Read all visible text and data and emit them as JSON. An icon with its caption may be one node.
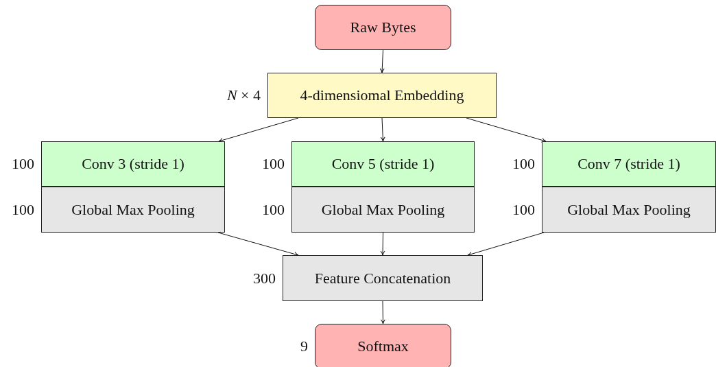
{
  "diagram": {
    "nodes": [
      {
        "text": [
          "Raw Bytes"
        ]
      },
      {
        "text": [
          "4-dimensiomal Embedding"
        ],
        "beside": [
          "*N* × 4"
        ]
      },
      {
        "text": [
          "Conv 3 (stride 1)"
        ],
        "beside": [
          "100"
        ]
      },
      {
        "text": [
          "Global Max Pooling"
        ],
        "beside": [
          "100"
        ]
      },
      {
        "text": [
          "Conv 5 (stride 1)"
        ],
        "beside": [
          "100"
        ]
      },
      {
        "text": [
          "Global Max Pooling"
        ],
        "beside": [
          "100"
        ]
      },
      {
        "text": [
          "Conv 7 (stride 1)"
        ],
        "beside": [
          "100"
        ]
      },
      {
        "text": [
          "Global Max Pooling"
        ],
        "beside": [
          "100"
        ]
      },
      {
        "text": [
          "Feature Concatenation"
        ],
        "beside": [
          "300"
        ]
      },
      {
        "text": [
          "Softmax"
        ],
        "beside": [
          "9"
        ]
      }
    ],
    "edges": [
      {
        "from": 0,
        "to": 1,
        "arrow": "to"
      },
      {
        "from": 1,
        "to": 2,
        "arrow": "to"
      },
      {
        "from": 1,
        "to": 4,
        "arrow": "to"
      },
      {
        "from": 1,
        "to": 6,
        "arrow": "to"
      },
      {
        "from": 3,
        "to": 8,
        "arrow": "to"
      },
      {
        "from": 5,
        "to": 8,
        "arrow": "to"
      },
      {
        "from": 7,
        "to": 8,
        "arrow": "to"
      },
      {
        "from": 8,
        "to": 9,
        "arrow": "to"
      }
    ]
  }
}
